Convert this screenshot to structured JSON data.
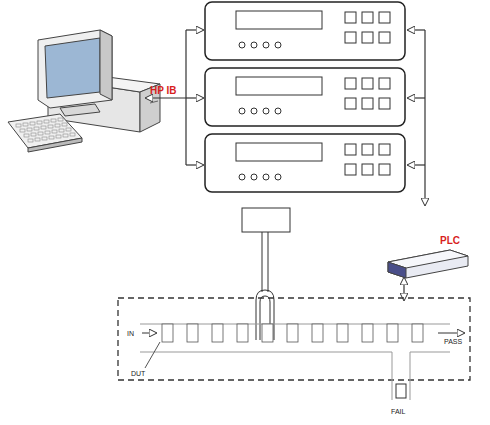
{
  "diagram": {
    "labels": [
      "HP IB",
      "PLC",
      "IN",
      "PASS",
      "DUT",
      "FAIL"
    ]
  }
}
